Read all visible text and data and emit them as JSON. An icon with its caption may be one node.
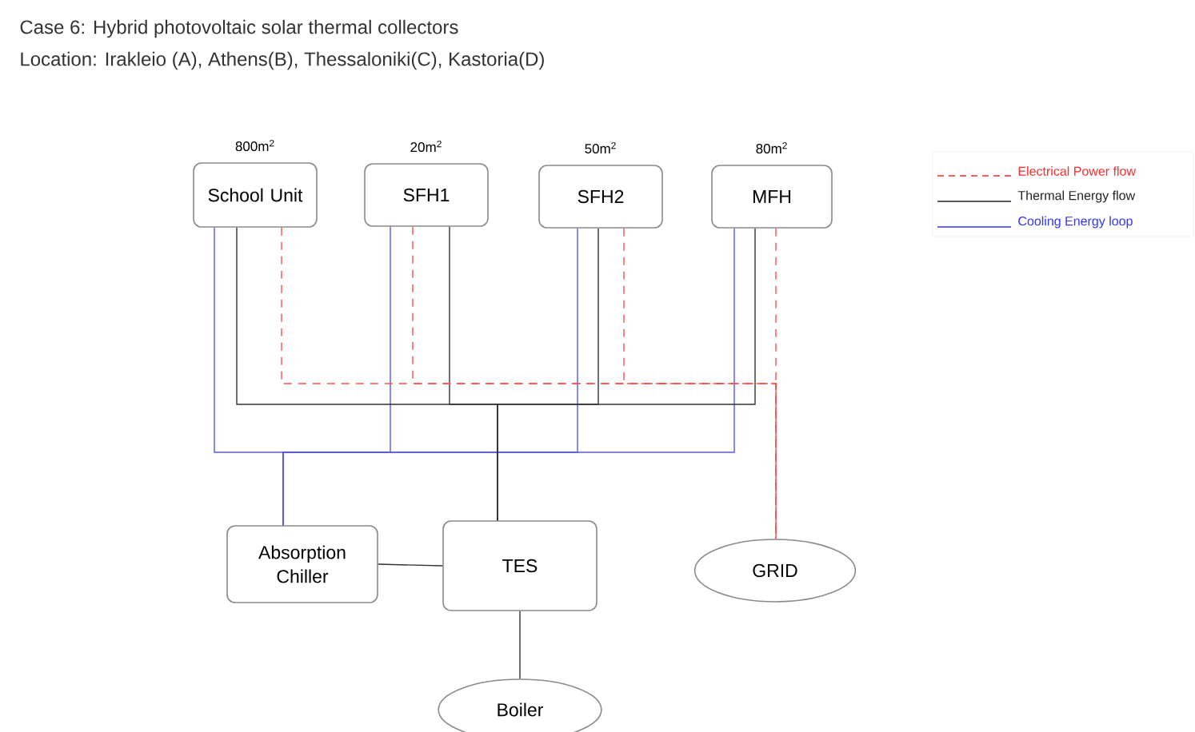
{
  "diagram": {
    "title": "Case 6: Hybrid photovoltaic solar thermal collectors",
    "nodes": [
      {
        "text": [
          "School Unit"
        ],
        "beside": [
          "800m$^{2}$"
        ]
      },
      {
        "text": [
          "SFH1"
        ],
        "beside": [
          "20m$^{2}$"
        ]
      },
      {
        "text": [
          "SFH2"
        ],
        "beside": [
          "50m$^{2}$"
        ]
      },
      {
        "text": [
          "MFH"
        ],
        "beside": [
          "80m$^{2}$"
        ]
      },
      {
        "text": [
          "Absorption Chiller"
        ]
      },
      {
        "text": [
          "TES"
        ]
      },
      {
        "text": [
          "GRID"
        ]
      },
      {
        "text": [
          "Boiler"
        ]
      }
    ],
    "edges": [
      {
        "from": 0,
        "to": 4,
        "arrow": "none",
        "color": "#5555ff"
      },
      {
        "from": 1,
        "to": 4,
        "arrow": "none",
        "color": "#5555ff"
      },
      {
        "from": 2,
        "to": 4,
        "arrow": "none",
        "color": "#5555ff"
      },
      {
        "from": 3,
        "to": 4,
        "arrow": "none",
        "color": "#5555ff"
      },
      {
        "from": 0,
        "to": 5,
        "arrow": "none"
      },
      {
        "from": 1,
        "to": 5,
        "arrow": "none"
      },
      {
        "from": 2,
        "to": 5,
        "arrow": "none"
      },
      {
        "from": 3,
        "to": 5,
        "arrow": "none"
      },
      {
        "from": 0,
        "to": 6,
        "arrow": "none",
        "style": "dashed",
        "color": "#ff4d4d"
      },
      {
        "from": 1,
        "to": 6,
        "arrow": "none",
        "style": "dashed",
        "color": "#ff4d4d"
      },
      {
        "from": 2,
        "to": 6,
        "arrow": "none",
        "style": "dashed",
        "color": "#ff4d4d"
      },
      {
        "from": 3,
        "to": 6,
        "arrow": "none",
        "style": "dashed",
        "color": "#ff4d4d"
      },
      {
        "from": 4,
        "to": 5,
        "arrow": "none"
      },
      {
        "from": 5,
        "to": 7,
        "arrow": "none"
      }
    ],
    "labels": [
      "Location:  Irakleio (A), Athens(B), Thessaloniki(C), Kastoria(D)"
    ],
    "legend": [
      {
        "text": "Electrical Power flow"
      },
      {
        "text": "Thermal Energy flow"
      },
      {
        "text": "Cooling Energy loop"
      }
    ]
  }
}
